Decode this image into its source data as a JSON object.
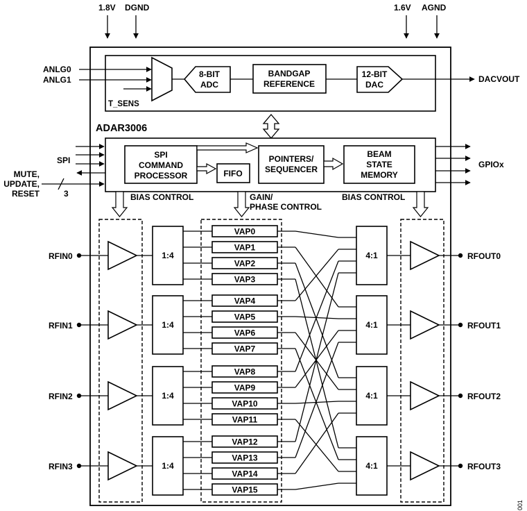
{
  "chip_name": "ADAR3006",
  "supplies": {
    "left": [
      "1.8V",
      "DGND"
    ],
    "right": [
      "1.6V",
      "AGND"
    ]
  },
  "top_block": {
    "inputs": [
      "ANLG0",
      "ANLG1"
    ],
    "temp_sensor": "T_SENS",
    "adc": [
      "8-BIT",
      "ADC"
    ],
    "bandgap": [
      "BANDGAP",
      "REFERENCE"
    ],
    "dac": [
      "12-BIT",
      "DAC"
    ],
    "output": "DACVOUT"
  },
  "digital": {
    "spi": "SPI",
    "control_inputs": [
      "MUTE,",
      "UPDATE,",
      "RESET"
    ],
    "bus_width": "3",
    "spi_processor": [
      "SPI",
      "COMMAND",
      "PROCESSOR"
    ],
    "fifo": "FIFO",
    "pointers": [
      "POINTERS/",
      "SEQUENCER"
    ],
    "beam_memory": [
      "BEAM",
      "STATE",
      "MEMORY"
    ],
    "gpio": "GPIOx"
  },
  "controls": {
    "bias_left": "BIAS CONTROL",
    "gain_phase": [
      "GAIN/",
      "PHASE CONTROL"
    ],
    "bias_right": "BIAS CONTROL"
  },
  "rf": {
    "inputs": [
      "RFIN0",
      "RFIN1",
      "RFIN2",
      "RFIN3"
    ],
    "outputs": [
      "RFOUT0",
      "RFOUT1",
      "RFOUT2",
      "RFOUT3"
    ],
    "splitter": "1:4",
    "combiner": "4:1",
    "vaps": [
      "VAP0",
      "VAP1",
      "VAP2",
      "VAP3",
      "VAP4",
      "VAP5",
      "VAP6",
      "VAP7",
      "VAP8",
      "VAP9",
      "VAP10",
      "VAP11",
      "VAP12",
      "VAP13",
      "VAP14",
      "VAP15"
    ]
  },
  "figure_number": "001"
}
